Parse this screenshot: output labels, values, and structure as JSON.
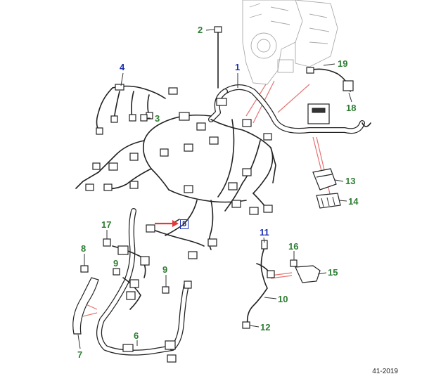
{
  "callouts": [
    {
      "id": "c1",
      "label": "1",
      "color": "blue"
    },
    {
      "id": "c2",
      "label": "2",
      "color": "green"
    },
    {
      "id": "c3",
      "label": "3",
      "color": "green"
    },
    {
      "id": "c4",
      "label": "4",
      "color": "blue"
    },
    {
      "id": "c5",
      "label": "5",
      "color": "blue"
    },
    {
      "id": "c6",
      "label": "6",
      "color": "green"
    },
    {
      "id": "c7",
      "label": "7",
      "color": "green"
    },
    {
      "id": "c8",
      "label": "8",
      "color": "green"
    },
    {
      "id": "c9a",
      "label": "9",
      "color": "green"
    },
    {
      "id": "c9b",
      "label": "9",
      "color": "green"
    },
    {
      "id": "c10",
      "label": "10",
      "color": "green"
    },
    {
      "id": "c11",
      "label": "11",
      "color": "blue"
    },
    {
      "id": "c12",
      "label": "12",
      "color": "green"
    },
    {
      "id": "c13",
      "label": "13",
      "color": "green"
    },
    {
      "id": "c14",
      "label": "14",
      "color": "green"
    },
    {
      "id": "c15",
      "label": "15",
      "color": "green"
    },
    {
      "id": "c16",
      "label": "16",
      "color": "green"
    },
    {
      "id": "c17",
      "label": "17",
      "color": "green"
    },
    {
      "id": "c18",
      "label": "18",
      "color": "green"
    },
    {
      "id": "c19",
      "label": "19",
      "color": "green"
    }
  ],
  "footer": {
    "figure_code": "41-2019"
  },
  "colors": {
    "green": "#2e7d32",
    "blue": "#1a2fb0",
    "red_arrow": "#e53935",
    "red_leader": "#e57373"
  }
}
